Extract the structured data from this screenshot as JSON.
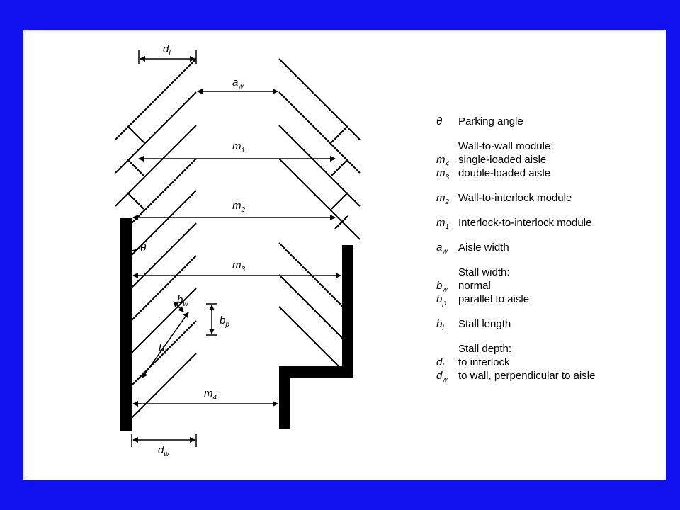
{
  "colors": {
    "frame": "#1010f0",
    "paper": "#ffffff",
    "ink": "#000000"
  },
  "diagram_labels": {
    "d_l": {
      "base": "d",
      "sub": "l"
    },
    "a_w": {
      "base": "a",
      "sub": "w"
    },
    "m_1": {
      "base": "m",
      "sub": "1"
    },
    "m_2": {
      "base": "m",
      "sub": "2"
    },
    "m_3": {
      "base": "m",
      "sub": "3"
    },
    "m_4": {
      "base": "m",
      "sub": "4"
    },
    "theta": "θ",
    "b_w": {
      "base": "b",
      "sub": "w"
    },
    "b_p": {
      "base": "b",
      "sub": "p"
    },
    "b_l": {
      "base": "b",
      "sub": "l"
    },
    "d_w": {
      "base": "d",
      "sub": "w"
    }
  },
  "legend": {
    "theta": {
      "symbol": "θ",
      "text": "Parking angle"
    },
    "wall_to_wall_heading": "Wall-to-wall module:",
    "m4": {
      "base": "m",
      "sub": "4",
      "text": "single-loaded aisle"
    },
    "m3": {
      "base": "m",
      "sub": "3",
      "text": "double-loaded aisle"
    },
    "m2": {
      "base": "m",
      "sub": "2",
      "text": "Wall-to-interlock module"
    },
    "m1": {
      "base": "m",
      "sub": "1",
      "text": "Interlock-to-interlock module"
    },
    "aw": {
      "base": "a",
      "sub": "w",
      "text": "Aisle width"
    },
    "stall_width_heading": "Stall width:",
    "bw": {
      "base": "b",
      "sub": "w",
      "text": "normal"
    },
    "bp": {
      "base": "b",
      "sub": "p",
      "text": "parallel to aisle"
    },
    "bl": {
      "base": "b",
      "sub": "l",
      "text": "Stall length"
    },
    "stall_depth_heading": "Stall depth:",
    "dl": {
      "base": "d",
      "sub": "l",
      "text": "to interlock"
    },
    "dw": {
      "base": "d",
      "sub": "w",
      "text": "to wall, perpendicular to aisle"
    }
  }
}
